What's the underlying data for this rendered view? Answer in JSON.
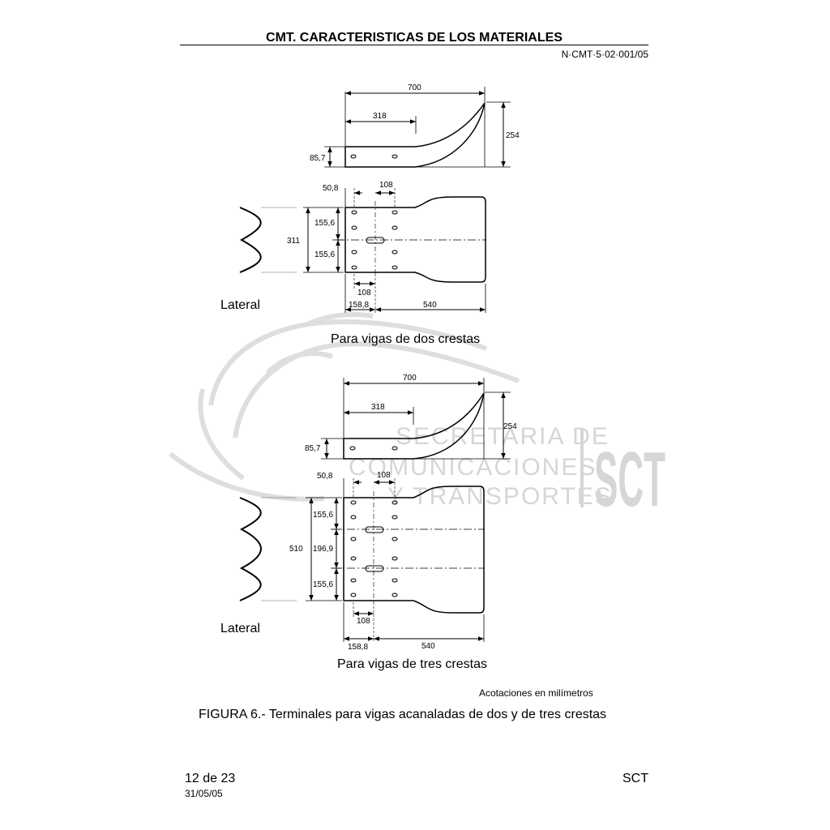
{
  "header": {
    "title": "CMT.  CARACTERISTICAS DE LOS MATERIALES",
    "code": "N·CMT·5·02·001/05"
  },
  "figure_top": {
    "dims": {
      "length_total": "700",
      "length_flat": "318",
      "height_total": "254",
      "flat_width": "85,7",
      "edge_offset": "50,8",
      "hole_spacing": "108",
      "crest_pitch_1": "155,6",
      "crest_pitch_2": "155,6",
      "overall_height": "311",
      "bottom_spacing": "108",
      "bottom_offset": "158,8",
      "bottom_length": "540"
    },
    "lateral_label": "Lateral",
    "caption": "Para vigas de dos crestas"
  },
  "figure_bottom": {
    "dims": {
      "length_total": "700",
      "length_flat": "318",
      "height_total": "254",
      "flat_width": "85,7",
      "edge_offset": "50,8",
      "hole_spacing": "108",
      "crest_pitch_1": "155,6",
      "crest_pitch_mid": "196,9",
      "crest_pitch_2": "155,6",
      "overall_height": "510",
      "bottom_spacing": "108",
      "bottom_offset": "158,8",
      "bottom_length": "540"
    },
    "lateral_label": "Lateral",
    "caption": "Para vigas de tres crestas"
  },
  "watermark": {
    "line1": "SECRETARIA DE",
    "line2": "COMUNICACIONES",
    "line3": "Y TRANSPORTES",
    "logo": "SCT"
  },
  "note": "Acotaciones en milímetros",
  "figure_caption": "FIGURA 6.-  Terminales para vigas acanaladas de dos y de tres crestas",
  "footer": {
    "page": "12 de 23",
    "date": "31/05/05",
    "org": "SCT"
  }
}
